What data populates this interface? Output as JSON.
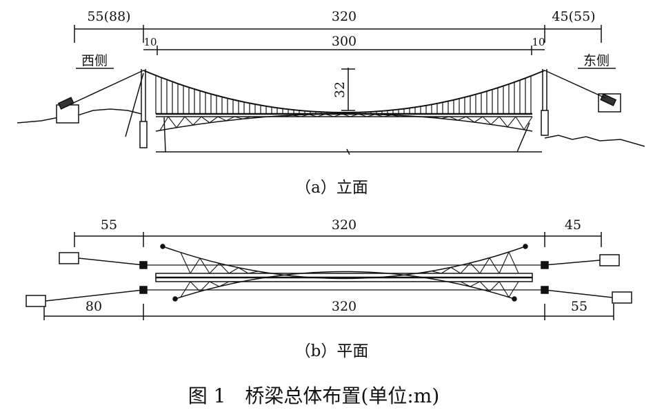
{
  "elevation": {
    "dims": {
      "west_span": "55(88)",
      "main_span": "320",
      "east_span": "45(55)",
      "inner_span": "300",
      "tower_offset_left": "10",
      "tower_offset_right": "10",
      "sag": "32"
    },
    "west_label": "西侧",
    "east_label": "东侧",
    "caption": "（a）立面"
  },
  "plan": {
    "dims": {
      "top_left": "55",
      "top_main": "320",
      "top_right": "45",
      "bottom_left": "80",
      "bottom_main": "320",
      "bottom_right": "55"
    },
    "caption": "（b）平面"
  },
  "figure_caption": "图 1　桥梁总体布置(单位:m)",
  "colors": {
    "line": "#111111",
    "background": "#ffffff"
  }
}
